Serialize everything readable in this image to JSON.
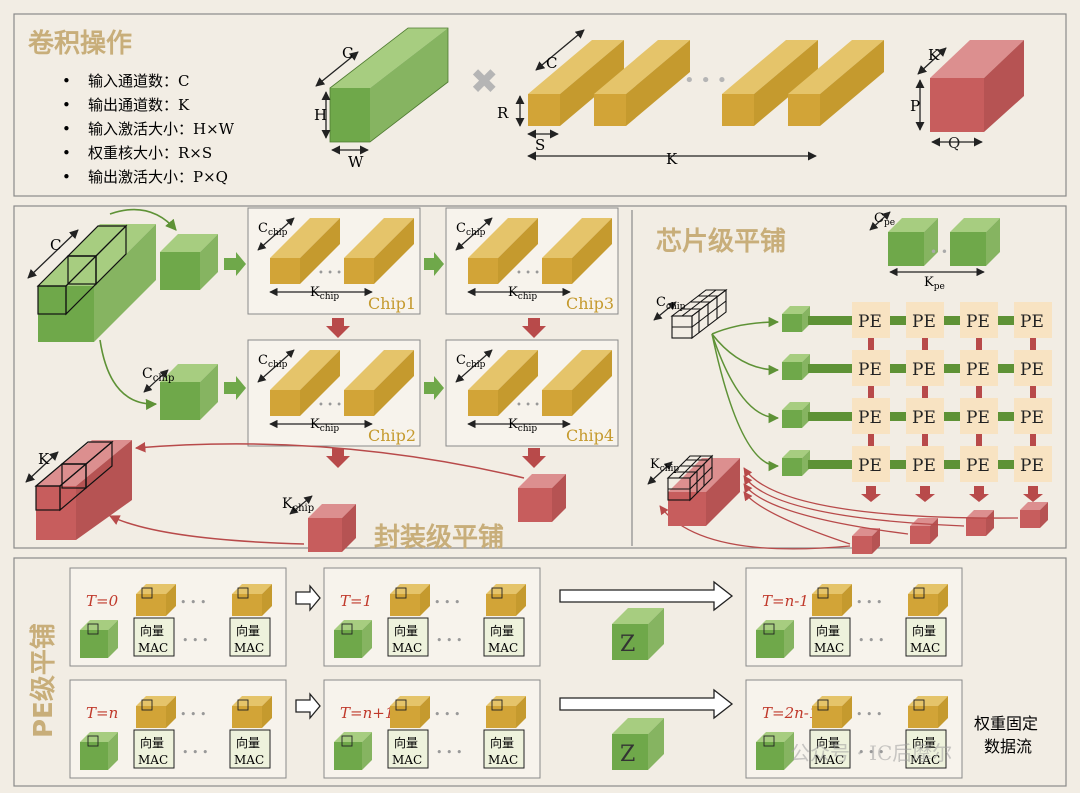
{
  "section1": {
    "title": "卷积操作",
    "bullets": [
      "输入通道数：C",
      "输出通道数：K",
      "输入激活大小：H×W",
      "权重核大小：R×S",
      "输出激活大小：P×Q"
    ],
    "input_labels": {
      "c": "C",
      "h": "H",
      "w": "W"
    },
    "times_sign": "✖",
    "kernel_labels": {
      "c": "C",
      "r": "R",
      "s": "S",
      "k": "K",
      "dots": "• • •"
    },
    "output_labels": {
      "k": "K",
      "p": "P",
      "q": "Q"
    }
  },
  "section2": {
    "title": "封装级平铺",
    "c_label": "C",
    "k_label": "K",
    "c_chip": {
      "main": "C",
      "sub": "chip"
    },
    "k_chip": {
      "main": "K",
      "sub": "chip"
    },
    "dots": "• • •",
    "chips": [
      "Chip1",
      "Chip3",
      "Chip2",
      "Chip4"
    ]
  },
  "section3": {
    "title": "芯片级平铺",
    "c_pe": {
      "main": "C",
      "sub": "pe"
    },
    "k_pe": {
      "main": "K",
      "sub": "pe"
    },
    "c_chip": {
      "main": "C",
      "sub": "chip"
    },
    "k_chip": {
      "main": "K",
      "sub": "chip"
    },
    "dots": "• • •",
    "pe_label": "PE"
  },
  "section4": {
    "title": "PE级平铺",
    "steps_row1": [
      "T=0",
      "T=1",
      "T=n-1"
    ],
    "steps_row2": [
      "T=n",
      "T=n+1",
      "T=2n-1"
    ],
    "mac_line1": "向量",
    "mac_line2": "MAC",
    "dots": "• • •",
    "z_label": "Z",
    "note_line1": "权重固定",
    "note_line2": "数据流",
    "watermark": "公众号 · IC后摩尔"
  },
  "colors": {
    "background": "#f2ede4",
    "green": "#6fa84a",
    "gold": "#d2a437",
    "red": "#c75d5d",
    "title": "#c8ae7a",
    "pe_fill": "#f8e3c2"
  }
}
